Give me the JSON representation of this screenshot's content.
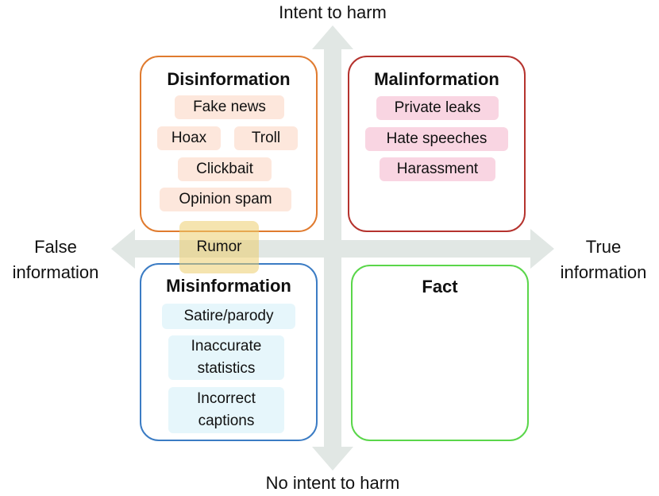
{
  "axes": {
    "top_label": "Intent to harm",
    "bottom_label": "No intent to harm",
    "left_label_line1": "False",
    "left_label_line2": "information",
    "right_label_line1": "True",
    "right_label_line2": "information",
    "color": "#e1e7e4"
  },
  "quadrants": {
    "disinformation": {
      "title": "Disinformation",
      "color": "#e07b2f",
      "tags": [
        "Fake news",
        "Hoax",
        "Troll",
        "Clickbait",
        "Opinion spam"
      ]
    },
    "malinformation": {
      "title": "Malinformation",
      "color": "#b5332e",
      "tags": [
        "Private leaks",
        "Hate speeches",
        "Harassment"
      ]
    },
    "misinformation": {
      "title": "Misinformation",
      "color": "#3b7cc4",
      "tags": [
        "Satire/parody",
        "Inaccurate",
        "statistics",
        "Incorrect",
        "captions"
      ]
    },
    "fact": {
      "title": "Fact",
      "color": "#5ad64a"
    }
  },
  "rumor": {
    "label": "Rumor",
    "color": "#ecd06e"
  }
}
